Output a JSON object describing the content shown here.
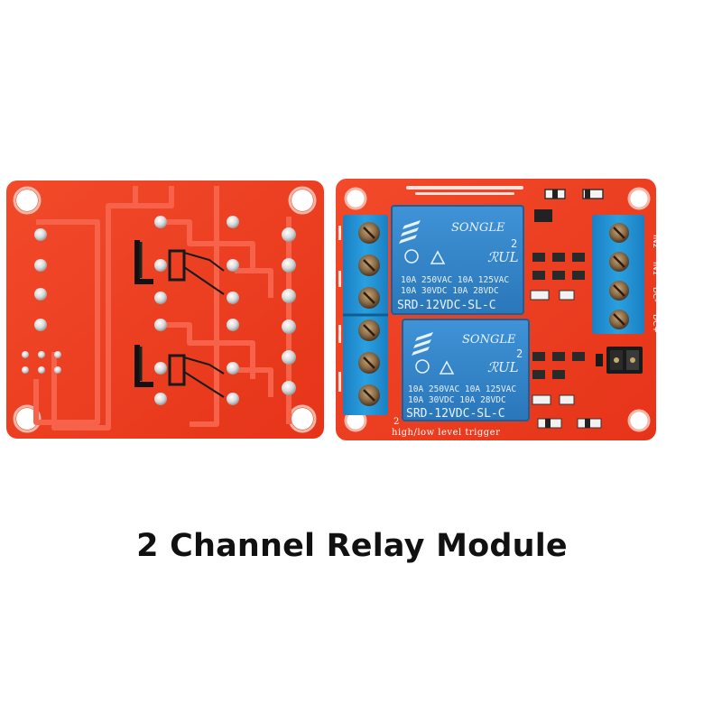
{
  "caption": "2 Channel Relay Module",
  "relays": [
    {
      "brand": "SONGLE",
      "channel_number": "2",
      "rating_line_1": "10A 250VAC  10A 125VAC",
      "rating_line_2": "10A  30VDC  10A  28VDC",
      "model": "SRD-12VDC-SL-C"
    },
    {
      "brand": "SONGLE",
      "channel_number": "2",
      "rating_line_1": "10A 250VAC  10A 125VAC",
      "rating_line_2": "10A  30VDC  10A  28VDC",
      "model": "SRD-12VDC-SL-C"
    }
  ],
  "board": {
    "channel_label": "2",
    "trigger_label": "high/low level trigger",
    "input_pins": [
      "IN2",
      "IN1",
      "DC-",
      "DC+"
    ]
  },
  "colors": {
    "pcb_red": "#ee3a22",
    "relay_blue": "#2f82c6",
    "terminal_blue": "#1f8fd0"
  }
}
